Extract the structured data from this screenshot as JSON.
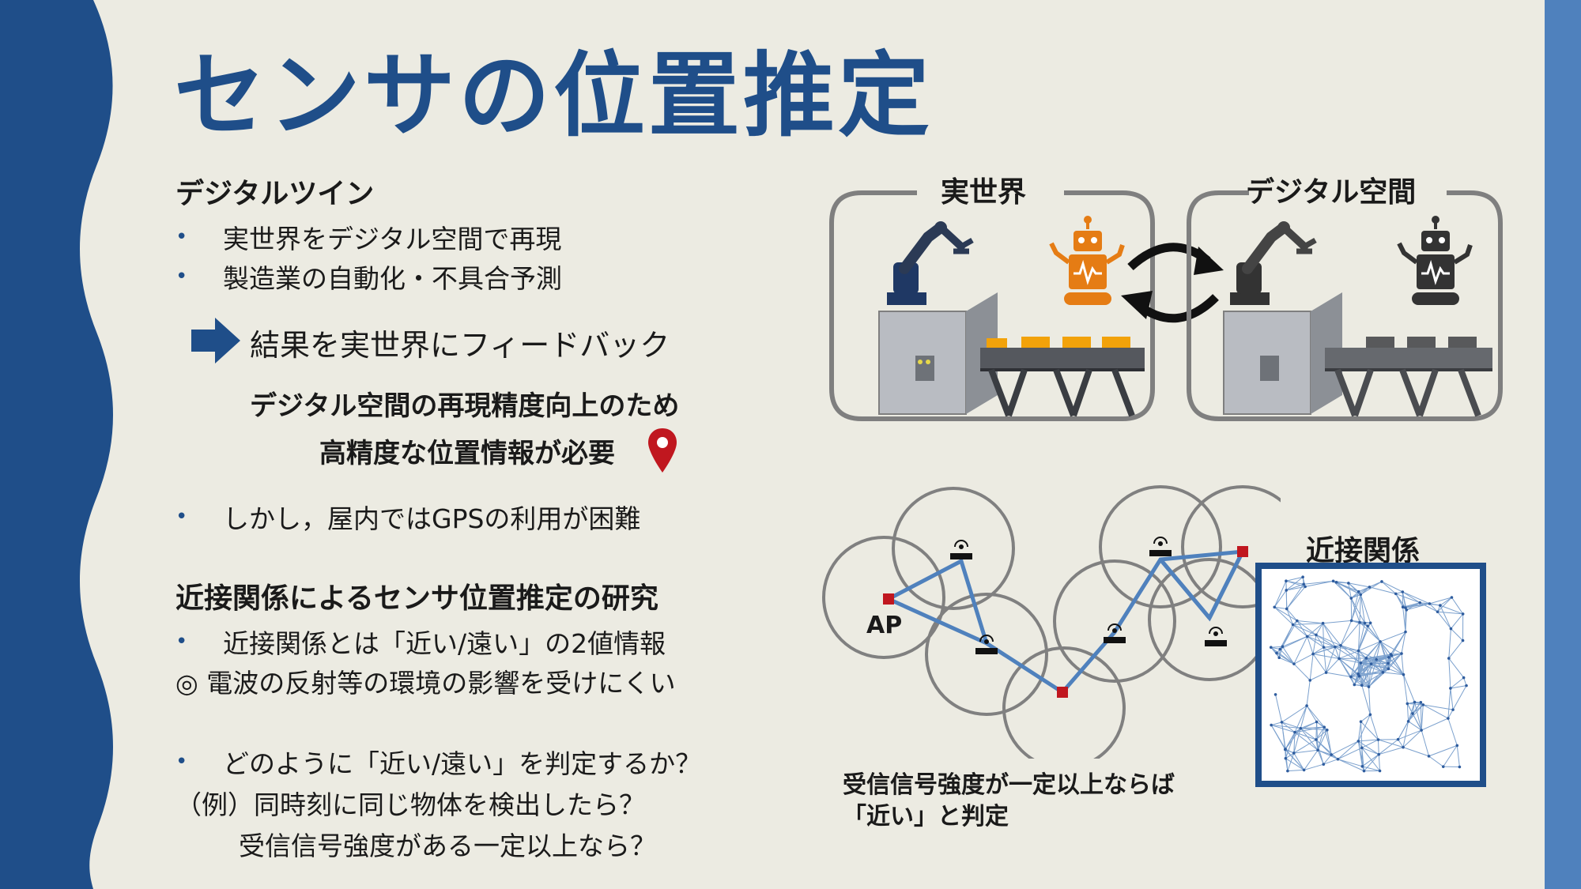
{
  "title": "センサの位置推定",
  "colors": {
    "primary_navy": "#1f4e89",
    "accent_blue": "#4f81bd",
    "background": "#ecebe2",
    "pin_red": "#c0171f",
    "robot_orange": "#e57c14"
  },
  "section1": {
    "heading": "デジタルツイン",
    "bullets": [
      "実世界をデジタル空間で再現",
      "製造業の自動化・不具合予測"
    ],
    "arrow_text": "結果を実世界にフィードバック",
    "emphasis_line1": "デジタル空間の再現精度向上のため",
    "emphasis_line2": "高精度な位置情報が必要",
    "bullet3": "しかし，屋内ではGPSの利用が困難"
  },
  "section2": {
    "heading": "近接関係によるセンサ位置推定の研究",
    "bullet1": "近接関係とは「近い/遠い」の2値情報",
    "note1": "◎ 電波の反射等の環境の影響を受けにくい",
    "bullet2": "どのように「近い/遠い」を判定するか？",
    "example_line1": "（例）同時刻に同じ物体を検出したら？",
    "example_line2": "受信信号強度がある一定以上なら？"
  },
  "figure_twin": {
    "real_label": "実世界",
    "digital_label": "デジタル空間"
  },
  "figure_network": {
    "ap_label": "AP",
    "proximity_label": "近接関係",
    "caption_line1": "受信信号強度が一定以上ならば",
    "caption_line2": "「近い」と判定"
  }
}
